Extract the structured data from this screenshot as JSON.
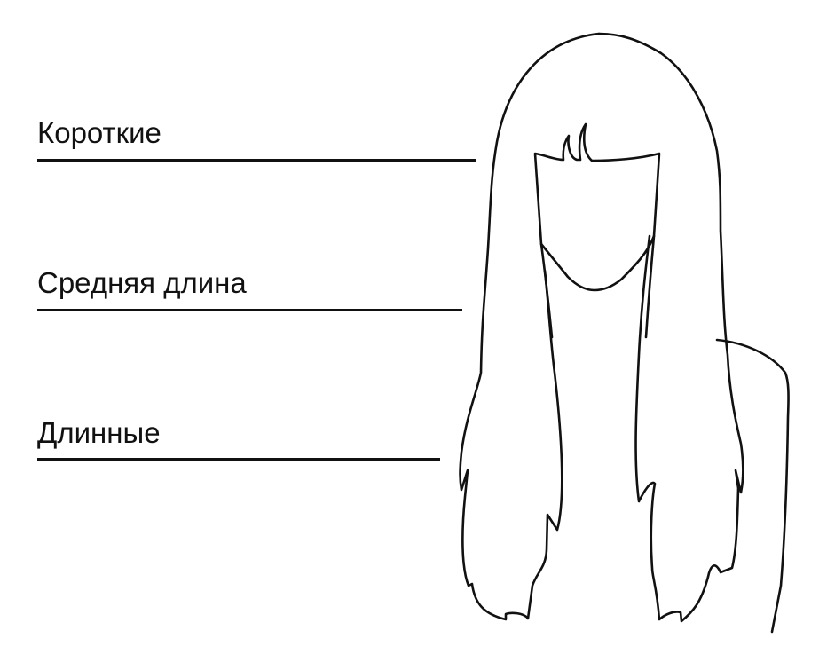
{
  "diagram": {
    "type": "hair-length-guide",
    "labels": [
      {
        "text": "Короткие",
        "meaning": "Short"
      },
      {
        "text": "Средняя длина",
        "meaning": "Medium length"
      },
      {
        "text": "Длинные",
        "meaning": "Long"
      }
    ],
    "colors": {
      "stroke": "#111111",
      "background": "#ffffff"
    }
  }
}
